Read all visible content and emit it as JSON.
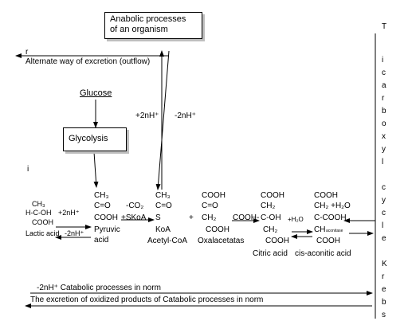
{
  "boxes": {
    "anabolic": [
      "Anabolic processes",
      "of an organism"
    ],
    "glycolysis": "Glycolysis"
  },
  "labels": {
    "r": "r",
    "alternate_excretion": "Alternate way of excretion (outflow)",
    "glucose": "Glucose",
    "plus_2nh": "+2nH⁺",
    "minus_2nh_top": "-2nH⁺",
    "i_marker": "i",
    "catabolic_norm": "-2nH⁺    Catabolic  processes  in  norm",
    "excretion_oxidized": "The excretion of oxidized products of Catabolic processes in norm"
  },
  "lactic": {
    "lines": [
      "CH₃",
      "H-C-OH",
      "COOH"
    ],
    "name": "Lactic acid",
    "arrow_fwd": "+2nH⁺",
    "arrow_back": "-2nH⁺"
  },
  "pyruvic": {
    "lines": [
      "CH₃",
      "C=O",
      "COOH"
    ],
    "name": [
      "Pyruvic",
      "acid"
    ],
    "co2": "-CO₂",
    "skoa": "+SKoA"
  },
  "acetyl": {
    "lines": [
      "CH₃",
      "C=O",
      "S",
      "KoA"
    ],
    "name": "Acetyl-CoA",
    "plus": "+"
  },
  "oxaloacetate": {
    "lines": [
      "COOH",
      "C=O",
      "CH₂",
      "COOH"
    ],
    "name": "Oxalacetatas",
    "cooh_link": "COOH-"
  },
  "citric": {
    "lines": [
      "COOH",
      "CH₂",
      "C-OH",
      "CH₂",
      "COOH"
    ],
    "water": "+H₂O",
    "name": "Citric acid"
  },
  "cisaconitic": {
    "lines": [
      "COOH",
      "CH₂  +H₂O",
      "C-COOH",
      "CH",
      "COOH"
    ],
    "aconitase": "aconitase",
    "name": "cis-aconitic acid"
  },
  "tca_vertical": [
    "T",
    "i",
    "c",
    "a",
    "r",
    "b",
    "o",
    "x",
    "y",
    "l",
    "",
    "c",
    "y",
    "c",
    "l",
    "e",
    "",
    "K",
    "r",
    "e",
    "b",
    "s"
  ]
}
